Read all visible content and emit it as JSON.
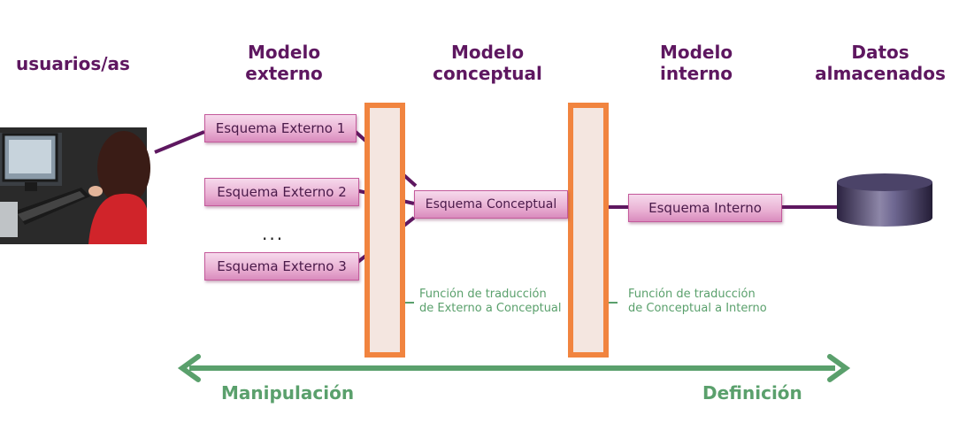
{
  "headers": {
    "users": "usuarios/as",
    "external_line1": "Modelo",
    "external_line2": "externo",
    "conceptual_line1": "Modelo",
    "conceptual_line2": "conceptual",
    "internal_line1": "Modelo",
    "internal_line2": "interno",
    "data_line1": "Datos",
    "data_line2": "almacenados"
  },
  "schemas": {
    "external_1": "Esquema Externo 1",
    "external_2": "Esquema Externo 2",
    "external_ellipsis": "...",
    "external_3": "Esquema Externo 3",
    "conceptual": "Esquema Conceptual",
    "internal": "Esquema Interno"
  },
  "notes": {
    "ext_to_conc_line1": "Función de traducción",
    "ext_to_conc_line2": "de Externo a Conceptual",
    "conc_to_int_line1": "Función de traducción",
    "conc_to_int_line2": "de Conceptual a Interno"
  },
  "footer": {
    "left": "Manipulación",
    "right": "Definición"
  },
  "colors": {
    "header_purple": "#5e1760",
    "box_pink": "#e9b0d3",
    "connector": "#5e1760",
    "band_orange": "#f1843f",
    "accent_green": "#5aa06c"
  },
  "icons": {
    "users": "computer-user-photo",
    "storage": "database-cylinder-icon"
  }
}
